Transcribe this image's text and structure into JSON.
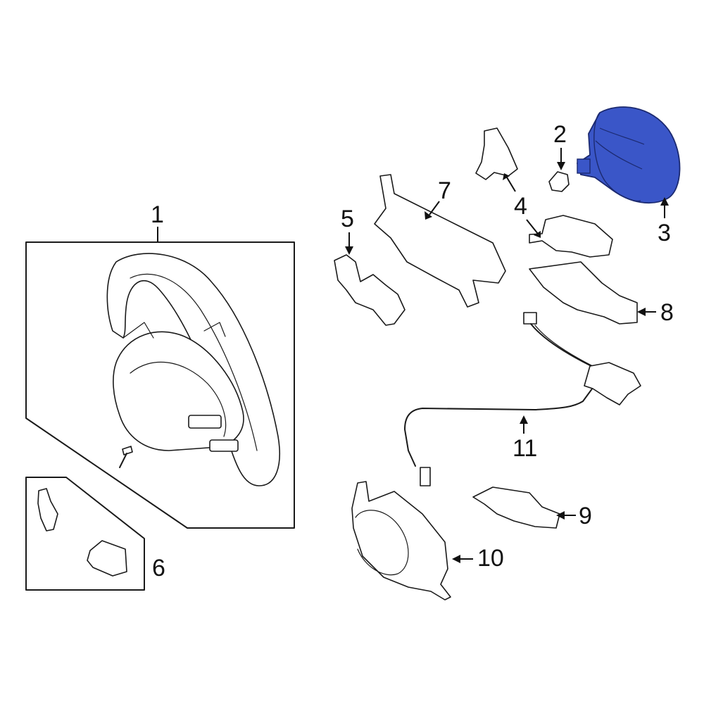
{
  "colors": {
    "line": "#1a1a1a",
    "highlight": "#3a56c8",
    "highlight_dark": "#1c2a70",
    "background": "#ffffff"
  },
  "callouts": {
    "c1": "1",
    "c2": "2",
    "c3": "3",
    "c4": "4",
    "c5": "5",
    "c6": "6",
    "c7": "7",
    "c8": "8",
    "c9": "9",
    "c10": "10",
    "c11": "11"
  },
  "highlighted_part": "3"
}
